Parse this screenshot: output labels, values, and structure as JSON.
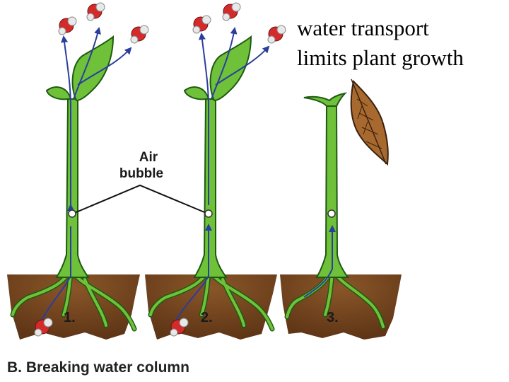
{
  "slide": {
    "title_line1": "water transport",
    "title_line2": "limits plant growth"
  },
  "diagram": {
    "callout_line1": "Air",
    "callout_line2": "bubble",
    "plant_numbers": [
      "1.",
      "2.",
      "3."
    ],
    "caption": "B. Breaking water column"
  },
  "colors": {
    "stem_green": "#6fc13a",
    "stem_outline": "#1e5a12",
    "soil_brown": "#7a4a22",
    "arrow_blue": "#2a3e9c",
    "molecule_red": "#d42a2a",
    "molecule_white": "#e8e8e8",
    "dead_leaf_brown": "#a8692e"
  }
}
